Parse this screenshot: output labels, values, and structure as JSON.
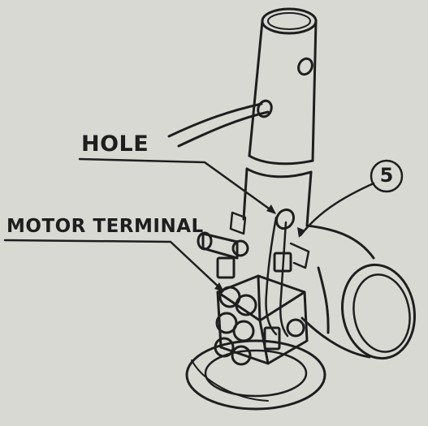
{
  "labels": {
    "hole": "HOLE",
    "motor_terminal": "MOTOR TERMINAL",
    "part_number": "5"
  },
  "colors": {
    "background": "#d9d9d4",
    "ink": "#1e1e1e"
  }
}
